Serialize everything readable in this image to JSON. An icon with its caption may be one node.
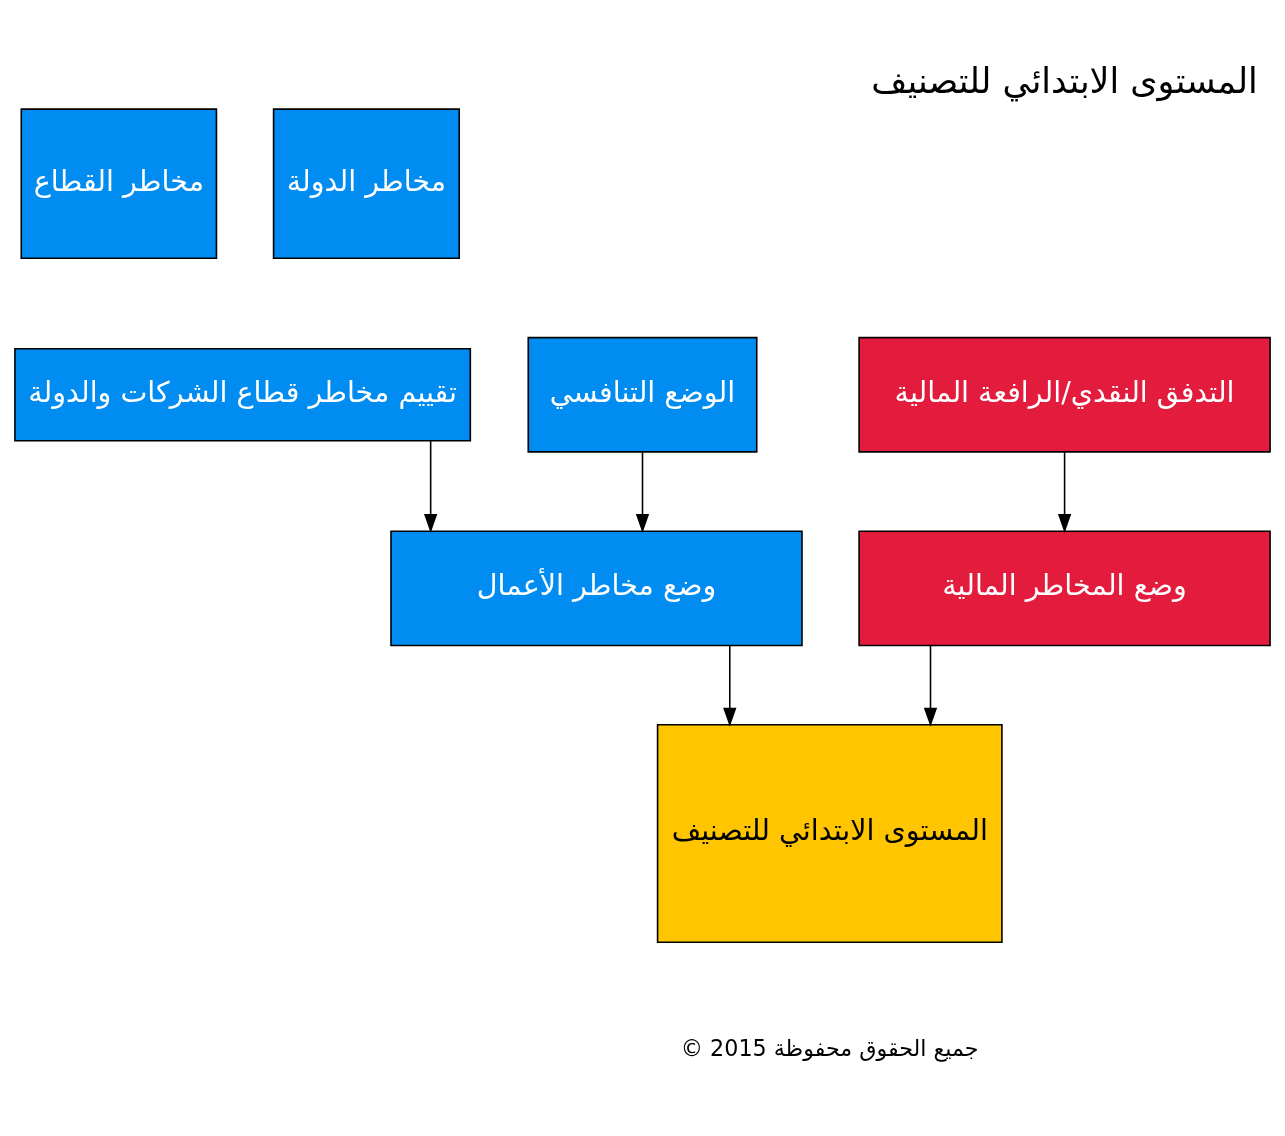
{
  "diagram": {
    "title": "المستوى الابتدائي للتصنيف",
    "nodes": [
      {
        "text": [
          "مخاطر القطاع"
        ]
      },
      {
        "text": [
          "مخاطر الدولة"
        ]
      },
      {
        "text": [
          "الوضع التنافسي"
        ]
      },
      {
        "text": [
          "التدفق النقدي/الرافعة المالية"
        ]
      },
      {
        "text": [
          "تقييم مخاطر قطاع الشركات والدولة"
        ]
      },
      {
        "text": [
          "وضع مخاطر الأعمال"
        ]
      },
      {
        "text": [
          "وضع المخاطر المالية"
        ]
      },
      {
        "text": [
          "المستوى الابتدائي للتصنيف"
        ]
      }
    ],
    "edges": [
      {
        "from": 2,
        "to": 5,
        "arrow": "to"
      },
      {
        "from": 4,
        "to": 5,
        "arrow": "to"
      },
      {
        "from": 3,
        "to": 6,
        "arrow": "to"
      },
      {
        "from": 6,
        "to": 7,
        "arrow": "to"
      },
      {
        "from": 5,
        "to": 7,
        "arrow": "to"
      }
    ],
    "labels": [
      "© 2015 جميع الحقوق محفوظة"
    ]
  }
}
